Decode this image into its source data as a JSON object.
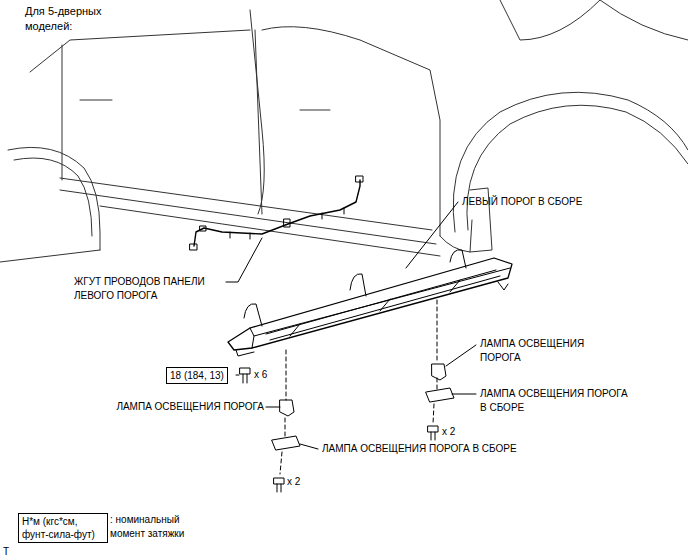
{
  "diagram": {
    "title": "Для 5-дверных моделей:",
    "nodes": [
      {
        "text": [
          "18 (184, 13)"
        ]
      },
      {
        "text": [
          "Н*м (кгс*см, фунт-сила-фут)"
        ]
      }
    ],
    "labels": [
      "ЛЕВЫЙ ПОРОГ В СБОРЕ",
      "ЖГУТ ПРОВОДОВ ПАНЕЛИ ЛЕВОГО ПОРОГА",
      "x 6",
      "ЛАМПА ОСВЕЩЕНИЯ ПОРОГА",
      "ЛАМПА ОСВЕЩЕНИЯ ПОРОГА В СБОРЕ",
      "x 2",
      "ЛАМПА ОСВЕЩЕНИЯ ПОРОГА",
      "ЛАМПА ОСВЕЩЕНИЯ ПОРОГА В СБОРЕ",
      "x 2",
      ": номинальный момент затяжки",
      "T"
    ]
  }
}
